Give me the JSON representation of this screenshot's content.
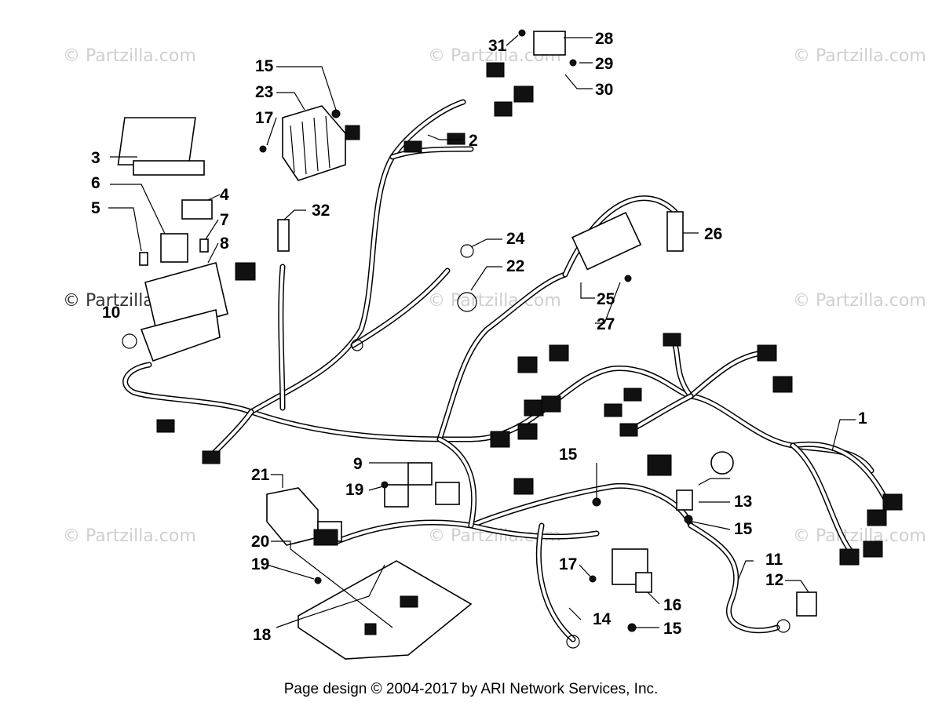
{
  "watermarks": {
    "brand": "© Partzilla.com"
  },
  "callouts": [
    {
      "id": "c1",
      "label": "1"
    },
    {
      "id": "c2",
      "label": "2"
    },
    {
      "id": "c3",
      "label": "3"
    },
    {
      "id": "c4",
      "label": "4"
    },
    {
      "id": "c5",
      "label": "5"
    },
    {
      "id": "c6",
      "label": "6"
    },
    {
      "id": "c7",
      "label": "7"
    },
    {
      "id": "c8",
      "label": "8"
    },
    {
      "id": "c9",
      "label": "9"
    },
    {
      "id": "c10",
      "label": "10"
    },
    {
      "id": "c11",
      "label": "11"
    },
    {
      "id": "c12",
      "label": "12"
    },
    {
      "id": "c13",
      "label": "13"
    },
    {
      "id": "c14",
      "label": "14"
    },
    {
      "id": "c15a",
      "label": "15"
    },
    {
      "id": "c15b",
      "label": "15"
    },
    {
      "id": "c15c",
      "label": "15"
    },
    {
      "id": "c15d",
      "label": "15"
    },
    {
      "id": "c16",
      "label": "16"
    },
    {
      "id": "c17a",
      "label": "17"
    },
    {
      "id": "c17b",
      "label": "17"
    },
    {
      "id": "c18",
      "label": "18"
    },
    {
      "id": "c19a",
      "label": "19"
    },
    {
      "id": "c19b",
      "label": "19"
    },
    {
      "id": "c20",
      "label": "20"
    },
    {
      "id": "c21",
      "label": "21"
    },
    {
      "id": "c22",
      "label": "22"
    },
    {
      "id": "c23",
      "label": "23"
    },
    {
      "id": "c24",
      "label": "24"
    },
    {
      "id": "c25",
      "label": "25"
    },
    {
      "id": "c26",
      "label": "26"
    },
    {
      "id": "c27",
      "label": "27"
    },
    {
      "id": "c28",
      "label": "28"
    },
    {
      "id": "c29",
      "label": "29"
    },
    {
      "id": "c30",
      "label": "30"
    },
    {
      "id": "c31",
      "label": "31"
    },
    {
      "id": "c32",
      "label": "32"
    }
  ],
  "footer": {
    "text": "Page design © 2004-2017 by ARI Network Services, Inc."
  }
}
